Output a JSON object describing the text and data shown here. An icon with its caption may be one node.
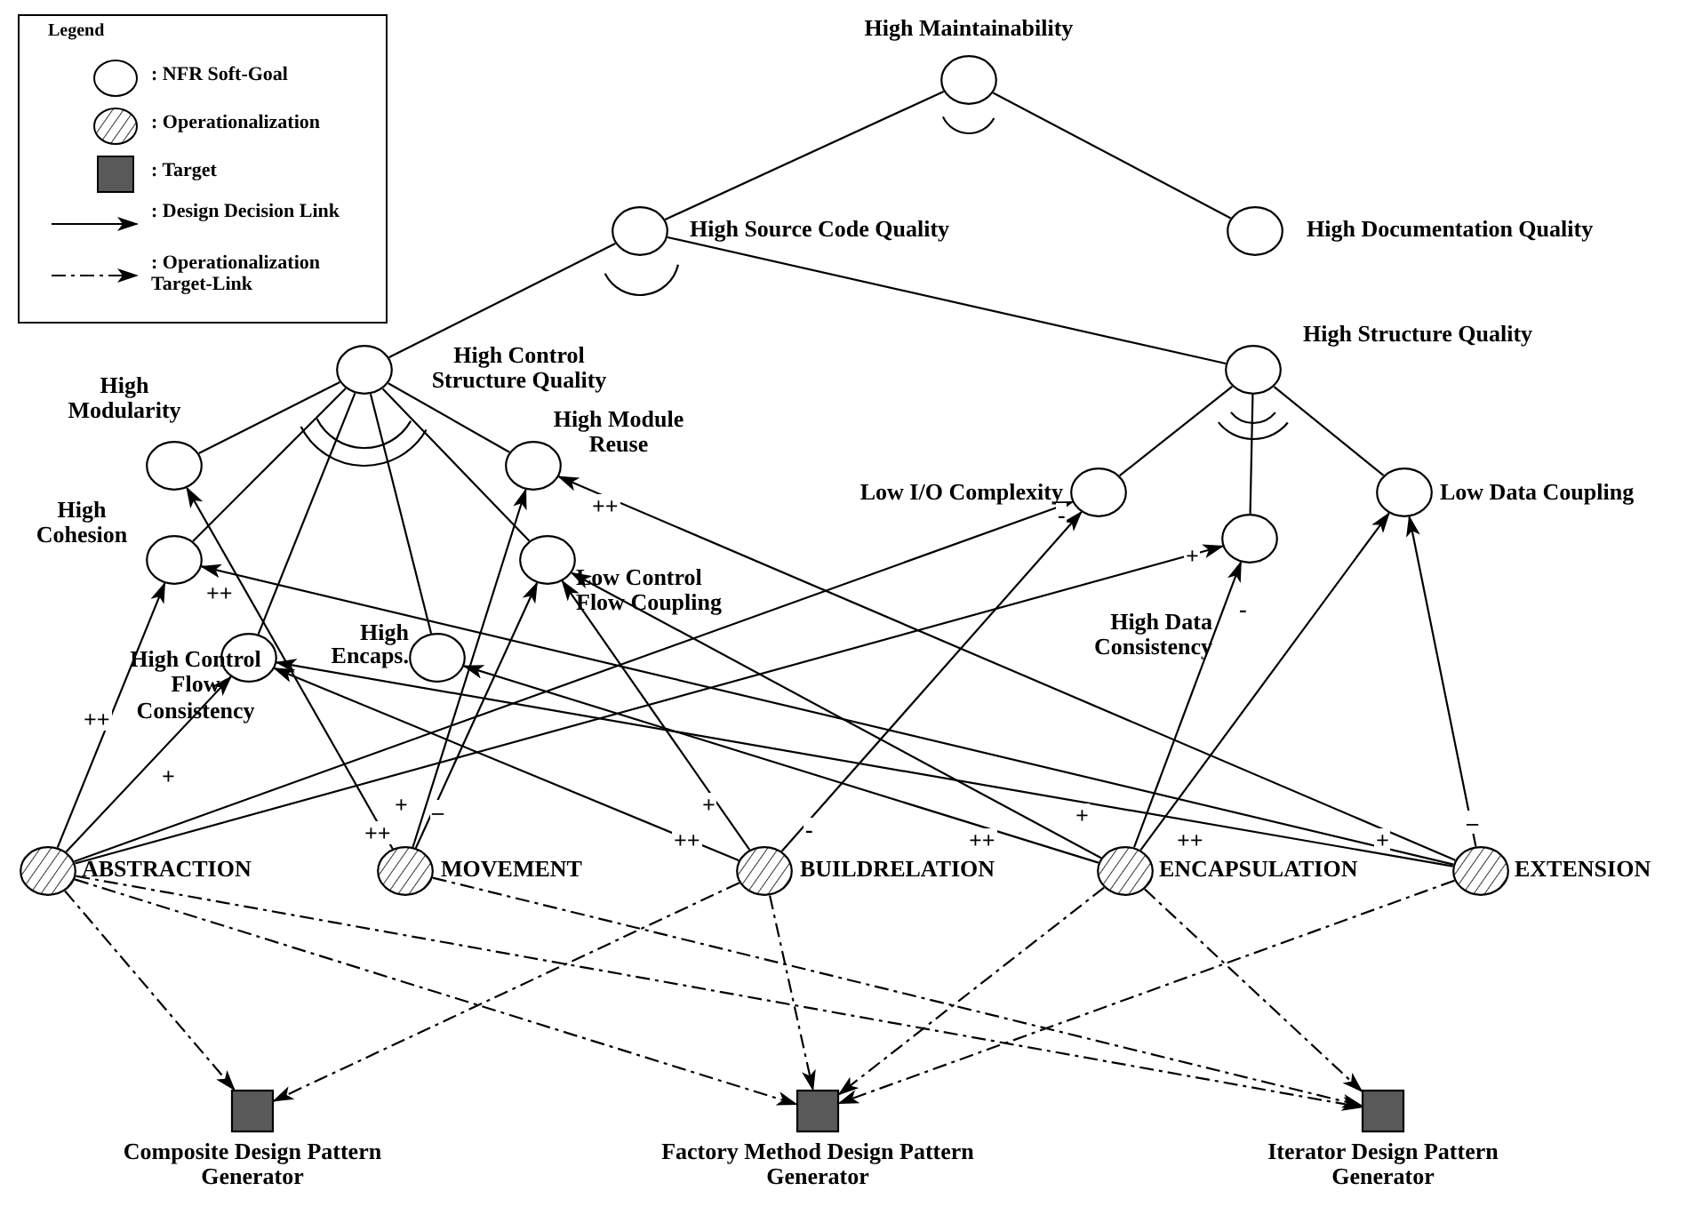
{
  "diagram": {
    "nodes": [
      {
        "text": [
          "High Maintainability"
        ]
      },
      {
        "text": [
          "High Source Code Quality"
        ]
      },
      {
        "text": [
          "High Documentation Quality"
        ]
      },
      {
        "text": [
          "High Control Structure Quality"
        ]
      },
      {
        "text": [
          "High Structure Quality"
        ]
      },
      {
        "text": [
          "High Modularity"
        ]
      },
      {
        "text": [
          "High Module Reuse"
        ]
      },
      {
        "text": [
          "High Cohesion"
        ]
      },
      {
        "text": [
          "Low Control Flow Coupling"
        ]
      },
      {
        "text": [
          "High Control Flow Consistency"
        ]
      },
      {
        "text": [
          "High Encaps."
        ]
      },
      {
        "text": [
          "Low I/O Complexity"
        ]
      },
      {
        "text": [
          "High Data Consistency"
        ]
      },
      {
        "text": [
          "Low Data Coupling"
        ]
      },
      {
        "text": [
          "ABSTRACTION"
        ]
      },
      {
        "text": [
          "MOVEMENT"
        ]
      },
      {
        "text": [
          "BUILDRELATION"
        ]
      },
      {
        "text": [
          "ENCAPSULATION"
        ]
      },
      {
        "text": [
          "EXTENSION"
        ]
      },
      {
        "text": [
          "Composite Design Pattern Generator"
        ]
      },
      {
        "text": [
          "Factory Method Design Pattern Generator"
        ]
      },
      {
        "text": [
          "Iterator Design Pattern Generator"
        ]
      }
    ],
    "edges": [
      {
        "from": 0,
        "to": 1,
        "arrow": "none"
      },
      {
        "from": 0,
        "to": 2,
        "arrow": "none"
      },
      {
        "from": 1,
        "to": 3,
        "arrow": "none"
      },
      {
        "from": 1,
        "to": 4,
        "arrow": "none"
      },
      {
        "from": 3,
        "to": 5,
        "arrow": "none"
      },
      {
        "from": 3,
        "to": 6,
        "arrow": "none"
      },
      {
        "from": 3,
        "to": 7,
        "arrow": "none"
      },
      {
        "from": 3,
        "to": 8,
        "arrow": "none"
      },
      {
        "from": 3,
        "to": 9,
        "arrow": "none"
      },
      {
        "from": 3,
        "to": 10,
        "arrow": "none"
      },
      {
        "from": 4,
        "to": 11,
        "arrow": "none"
      },
      {
        "from": 4,
        "to": 12,
        "arrow": "none"
      },
      {
        "from": 4,
        "to": 13,
        "arrow": "none"
      },
      {
        "from": 14,
        "to": 7,
        "arrow": "to",
        "label": "++"
      },
      {
        "from": 14,
        "to": 9,
        "arrow": "to",
        "label": "+"
      },
      {
        "from": 14,
        "to": 11,
        "arrow": "to",
        "label": "-"
      },
      {
        "from": 14,
        "to": 12,
        "arrow": "to",
        "label": "+"
      },
      {
        "from": 15,
        "to": 5,
        "arrow": "to",
        "label": "++"
      },
      {
        "from": 15,
        "to": 6,
        "arrow": "to",
        "label": "+"
      },
      {
        "from": 15,
        "to": 8,
        "arrow": "to",
        "label": "–"
      },
      {
        "from": 16,
        "to": 8,
        "arrow": "to",
        "label": "+"
      },
      {
        "from": 16,
        "to": 9,
        "arrow": "to",
        "label": "++"
      },
      {
        "from": 16,
        "to": 11,
        "arrow": "to",
        "label": "-"
      },
      {
        "from": 17,
        "to": 8,
        "arrow": "to",
        "label": "+"
      },
      {
        "from": 17,
        "to": 10,
        "arrow": "to",
        "label": "++"
      },
      {
        "from": 17,
        "to": 12,
        "arrow": "to",
        "label": "-"
      },
      {
        "from": 17,
        "to": 13,
        "arrow": "to",
        "label": "++"
      },
      {
        "from": 18,
        "to": 6,
        "arrow": "to",
        "label": "++"
      },
      {
        "from": 18,
        "to": 7,
        "arrow": "to",
        "label": "++"
      },
      {
        "from": 18,
        "to": 9,
        "arrow": "to",
        "label": "+"
      },
      {
        "from": 18,
        "to": 13,
        "arrow": "to",
        "label": "–"
      },
      {
        "from": 14,
        "to": 19,
        "arrow": "to",
        "style": "dashed"
      },
      {
        "from": 14,
        "to": 20,
        "arrow": "to",
        "style": "dashed"
      },
      {
        "from": 14,
        "to": 21,
        "arrow": "to",
        "style": "dashed"
      },
      {
        "from": 15,
        "to": 21,
        "arrow": "to",
        "style": "dashed"
      },
      {
        "from": 16,
        "to": 19,
        "arrow": "to",
        "style": "dashed"
      },
      {
        "from": 16,
        "to": 20,
        "arrow": "to",
        "style": "dashed"
      },
      {
        "from": 17,
        "to": 20,
        "arrow": "to",
        "style": "dashed"
      },
      {
        "from": 17,
        "to": 21,
        "arrow": "to",
        "style": "dashed"
      },
      {
        "from": 18,
        "to": 20,
        "arrow": "to",
        "style": "dashed"
      }
    ],
    "labels": [
      "Legend"
    ],
    "legend": [
      {
        "text": ": NFR Soft-Goal"
      },
      {
        "text": ": Operationalization"
      },
      {
        "text": ": Target"
      },
      {
        "text": ": Design Decision Link"
      },
      {
        "text": ": Operationalization Target-Link"
      }
    ]
  }
}
